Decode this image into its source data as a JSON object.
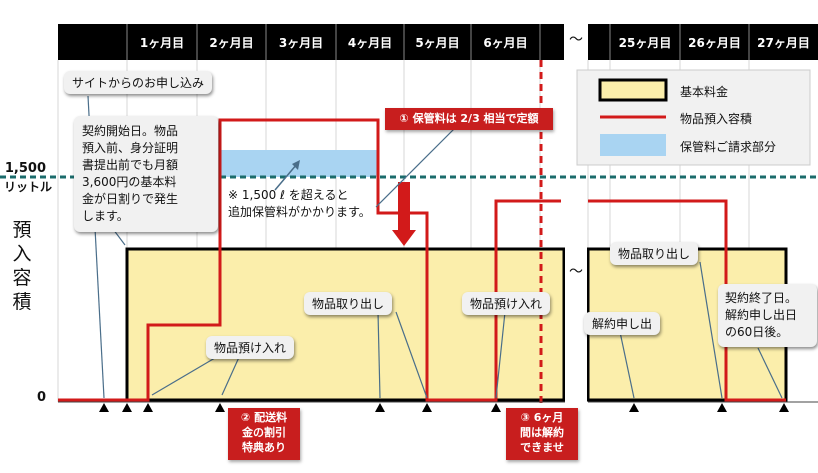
{
  "months_left": [
    "1ヶ月目",
    "2ヶ月目",
    "3ヶ月目",
    "4ヶ月目",
    "5ヶ月目",
    "6ヶ月目"
  ],
  "months_right": [
    "25ヶ月目",
    "26ヶ月目",
    "27ヶ月目"
  ],
  "tilde": "〜",
  "y_axis": {
    "label_1500_num": "1,500",
    "label_1500_unit": "リットル",
    "label_zero": "0",
    "title": "預\n入\n容\n積"
  },
  "legend": {
    "base": "基本料金",
    "volume": "物品預入容積",
    "storage": "保管料ご請求部分"
  },
  "callouts": {
    "apply": "サイトからのお申し込み",
    "contract_start": "契約開始日。物品\n預入前、身分証明\n書提出前でも月額\n3,600円の基本料\n金が日割りで発生\nします。",
    "deposit_1": "物品預け入れ",
    "withdraw_1": "物品取り出し",
    "deposit_2": "物品預け入れ",
    "cancel": "解約申し出",
    "withdraw_2": "物品取り出し",
    "contract_end": "契約終了日。\n解約申し出日\nの60日後。",
    "over_note": "※ 1,500 ℓ を超えると\n追加保管料がかかります。"
  },
  "tags": {
    "storage_rate": "① 保管料は 2/3 相当で定額",
    "shipping": "② 配送料\n金の割引\n特典あり",
    "min_term": "③ 6ヶ月\n間は解約\nできませ"
  },
  "colors": {
    "header_bg": "#000000",
    "base_fill": "#fbeeab",
    "volume_line": "#d21a1a",
    "storage_fill": "#a9d4f2",
    "threshold_line": "#1a6b6b",
    "tag_bg": "#c81e1e"
  }
}
